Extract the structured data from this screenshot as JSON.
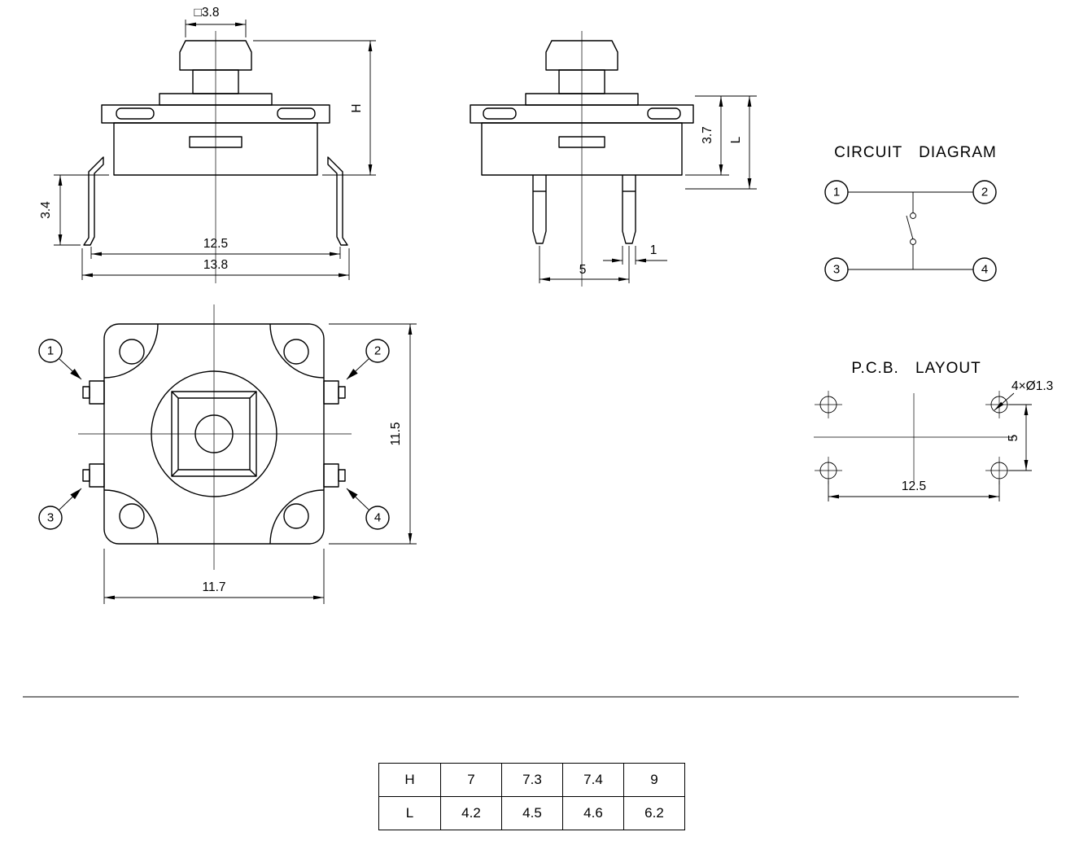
{
  "front_view": {
    "dim_cap": "□3.8",
    "dim_H": "H",
    "dim_lead_len": "3.4",
    "dim_lead_span": "12.5",
    "dim_overall": "13.8"
  },
  "side_view": {
    "dim_body_h": "3.7",
    "dim_L": "L",
    "dim_pin_w": "1",
    "dim_pin_pitch": "5"
  },
  "circuit_diagram": {
    "title": "CIRCUIT DIAGRAM",
    "pins": [
      "1",
      "2",
      "3",
      "4"
    ]
  },
  "top_view": {
    "callouts": [
      "1",
      "2",
      "3",
      "4"
    ],
    "dim_height": "11.5",
    "dim_width": "11.7"
  },
  "pcb_layout": {
    "title": "P.C.B. LAYOUT",
    "hole_note": "4×Ø1.3",
    "dim_v": "5",
    "dim_h": "12.5"
  },
  "spec_table": {
    "rows": [
      {
        "label": "H",
        "values": [
          "7",
          "7.3",
          "7.4",
          "9"
        ]
      },
      {
        "label": "L",
        "values": [
          "4.2",
          "4.5",
          "4.6",
          "6.2"
        ]
      }
    ]
  }
}
